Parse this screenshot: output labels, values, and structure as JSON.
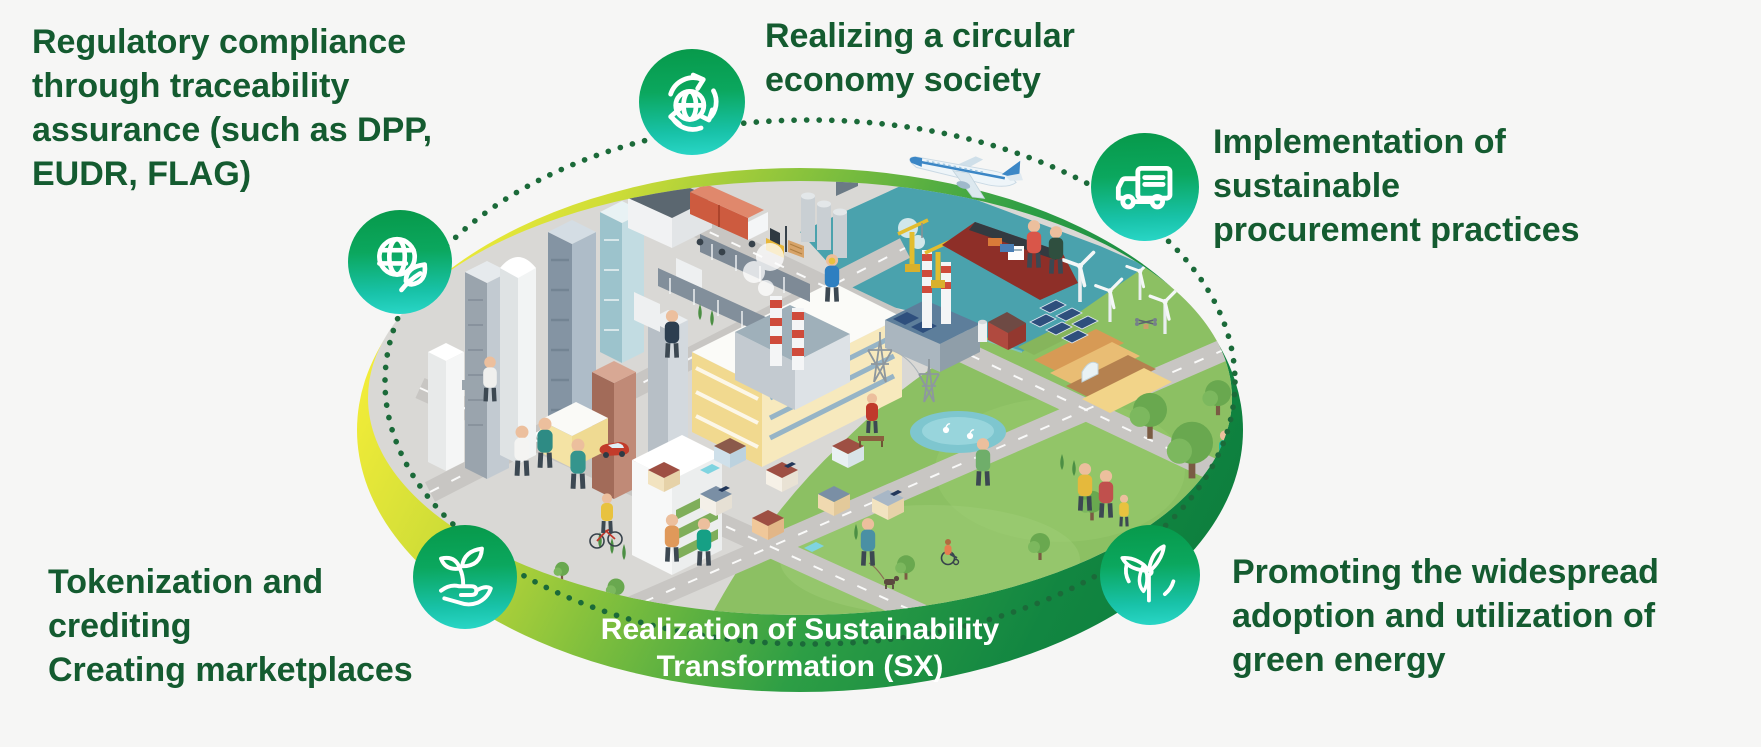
{
  "captions": {
    "traceability": {
      "lines": [
        "Regulatory compliance",
        "through traceability",
        "assurance (such as DPP,",
        "EUDR, FLAG)"
      ]
    },
    "circular_economy": {
      "lines": [
        "Realizing a circular",
        "economy society"
      ]
    },
    "procurement": {
      "lines": [
        "Implementation of",
        "sustainable",
        "procurement practices"
      ]
    },
    "green_energy": {
      "lines": [
        "Promoting the widespread",
        "adoption and utilization of",
        "green energy"
      ]
    },
    "tokenization": {
      "lines": [
        "Tokenization and",
        "crediting",
        "Creating marketplaces"
      ]
    }
  },
  "badge": {
    "lines": [
      "Realization of Sustainability",
      "Transformation (SX)"
    ]
  },
  "icons": {
    "circular_economy": "recycle-globe-icon",
    "traceability": "globe-leaf-icon",
    "procurement": "delivery-truck-icon",
    "green_energy": "wind-turbine-icon",
    "tokenization": "hand-sprout-icon"
  },
  "colors": {
    "background": "#f6f6f5",
    "heading_text": "#145b30",
    "badge_text": "#ffffff",
    "icon_gradient_top": "#07994a",
    "icon_gradient_bottom": "#2ad7c8",
    "dotted_line": "#1b6a39",
    "rim_yellow": "#f6ee39",
    "rim_lime": "#9dc93c",
    "rim_green": "#2d9e45",
    "rim_dark_green": "#0d7f3e",
    "city_ground": "#d9d8d5",
    "grass": "#8cc063",
    "water": "#4aa2ad"
  },
  "scene": {
    "elements": [
      "isometric city",
      "skyscrapers",
      "warehouses",
      "container truck",
      "forklift",
      "silos",
      "power plant with striped chimneys",
      "harbor with cargo ship and cranes",
      "airplane",
      "wind turbines",
      "solar panels",
      "farm fields",
      "barn",
      "delivery drone",
      "pond with swans",
      "park trees",
      "residential houses",
      "pedestrians",
      "cyclist",
      "joggers",
      "dog walker",
      "wheelchair user",
      "red car"
    ]
  }
}
